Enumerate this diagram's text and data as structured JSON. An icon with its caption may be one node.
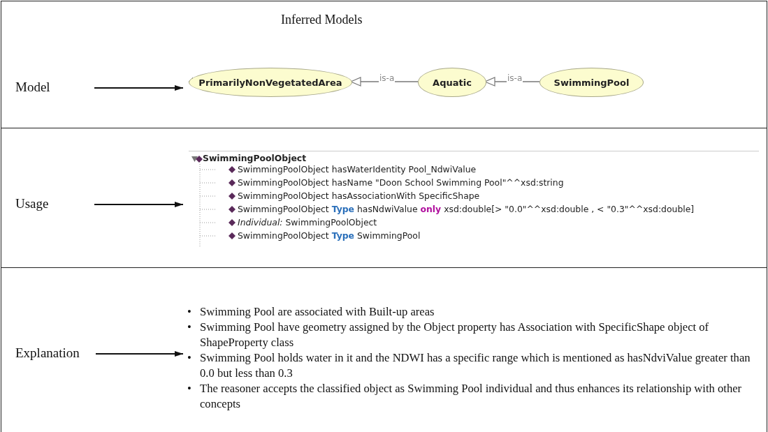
{
  "diagram": {
    "title": "Inferred Models",
    "nodes": [
      {
        "text": [
          "Model"
        ]
      },
      {
        "text": [
          "PrimarilyNonVegetatedArea"
        ]
      },
      {
        "text": [
          "Aquatic"
        ]
      },
      {
        "text": [
          "SwimmingPool"
        ]
      },
      {
        "text": [
          "Usage"
        ]
      },
      {
        "text": [
          "SwimmingPoolObject",
          "SwimmingPoolObject hasWaterIdentity Pool_NdwiValue",
          "SwimmingPoolObject hasName \"Doon School Swimming Pool\"^^xsd:string",
          "SwimmingPoolObject hasAssociationWith SpecificShape",
          "SwimmingPoolObject **Type** hasNdwiValue **only** xsd:double[> \"0.0\"^^xsd:double , < \"0.3\"^^xsd:double]",
          "*Individual:* SwimmingPoolObject",
          "SwimmingPoolObject **Type** SwimmingPool"
        ]
      },
      {
        "text": [
          "Explanation"
        ]
      },
      {
        "text": [
          "Swimming Pool are associated with Built-up areas",
          "Swimming Pool have geometry assigned by the Object property has Association with SpecificShape object of ShapeProperty class",
          "Swimming Pool holds water in it and the NDWI has a specific range which is mentioned as hasNdviValue greater than 0.0 but less than 0.3",
          "The reasoner accepts the classified object as Swimming Pool individual and thus enhances its relationship with other concepts"
        ]
      }
    ],
    "edges": [
      {
        "from": 0,
        "to": 1,
        "arrow": "to"
      },
      {
        "from": 2,
        "to": 1,
        "arrow": "to",
        "label": "is-a",
        "color": "#777777"
      },
      {
        "from": 3,
        "to": 2,
        "arrow": "to",
        "label": "is-a",
        "color": "#777777"
      },
      {
        "from": 4,
        "to": 5,
        "arrow": "to"
      },
      {
        "from": 6,
        "to": 7,
        "arrow": "to"
      }
    ],
    "labels": [
      "•",
      "•",
      "•",
      "•"
    ]
  }
}
